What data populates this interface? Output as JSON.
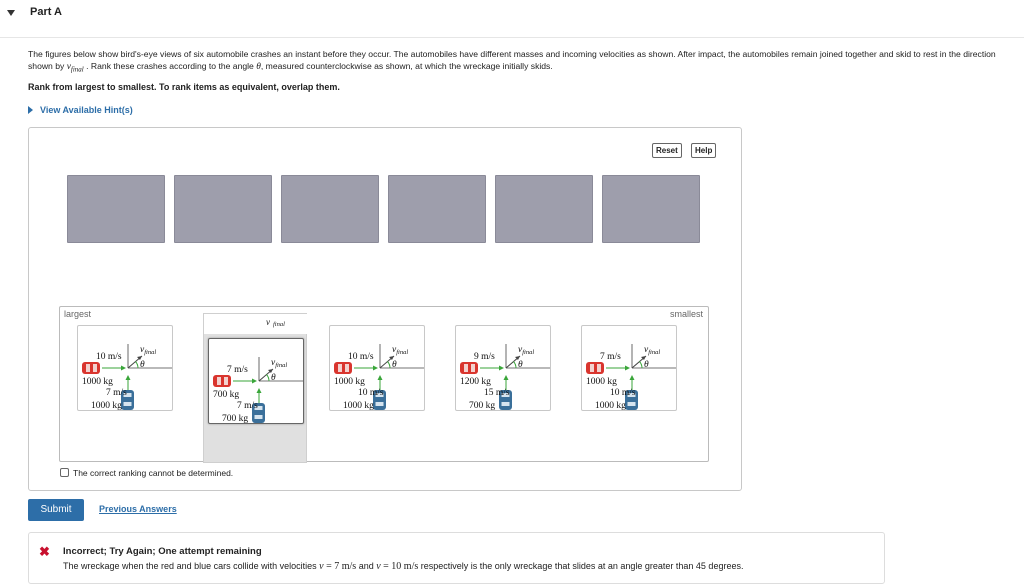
{
  "part": {
    "title": "Part A"
  },
  "question": {
    "text_before_v": "The figures below show bird's-eye views of six automobile crashes an instant before they occur. The automobiles have different masses and incoming velocities as shown. After impact, the automobiles remain joined together and skid to rest in the direction shown by ",
    "v_symbol": "v",
    "v_sub": "final",
    "text_middle": " . Rank these crashes according to the angle ",
    "theta": "θ",
    "text_after": ", measured counterclockwise as shown, at which the wreckage initially skids."
  },
  "instruction": "Rank from largest to smallest. To rank items as equivalent, overlap them.",
  "hint_link": "View Available Hint(s)",
  "buttons": {
    "reset": "Reset",
    "help": "Help",
    "submit": "Submit",
    "previous": "Previous Answers"
  },
  "tray": {
    "largest": "largest",
    "smallest": "smallest"
  },
  "labels": {
    "vfinal_v": "v",
    "vfinal_sub": "final",
    "theta": "θ"
  },
  "cards": [
    {
      "red_speed": "10 m/s",
      "red_mass": "1000 kg",
      "blue_speed": "7 m/s",
      "blue_mass": "1000 kg"
    },
    {
      "red_speed": "7 m/s",
      "red_mass": "700 kg",
      "blue_speed": "7 m/s",
      "blue_mass": "700 kg"
    },
    {
      "red_speed": "10 m/s",
      "red_mass": "1000 kg",
      "blue_speed": "10 m/s",
      "blue_mass": "1000 kg"
    },
    {
      "red_speed": "9 m/s",
      "red_mass": "1200 kg",
      "blue_speed": "15 m/s",
      "blue_mass": "700 kg"
    },
    {
      "red_speed": "7 m/s",
      "red_mass": "1000 kg",
      "blue_speed": "10 m/s",
      "blue_mass": "1000 kg"
    }
  ],
  "ghost_partial_label": "v",
  "checkbox_label": "The correct ranking cannot be determined.",
  "feedback": {
    "title": "Incorrect; Try Again; One attempt remaining",
    "msg_part1": "The wreckage when the red and blue cars collide with velocities ",
    "v1": "v",
    "eq1": " = 7 m/s",
    "and": " and ",
    "v2": "v",
    "eq2": " = 10 m/s",
    "msg_part2": " respectively is the only wreckage that slides at an angle greater than 45 degrees."
  },
  "colors": {
    "accent": "#2d6ea8",
    "slot": "#9e9eac",
    "error": "#c8102e",
    "red_car": "#d9352e",
    "blue_car": "#3a6f9a",
    "arrow": "#3aa63a"
  }
}
